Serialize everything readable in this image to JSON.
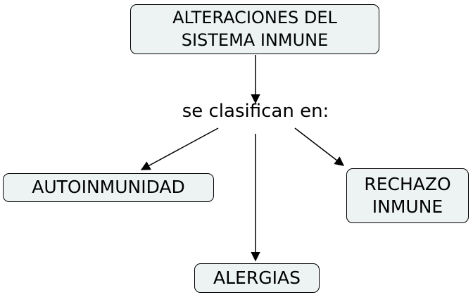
{
  "diagram": {
    "title_node": {
      "line1": "ALTERACIONES DEL",
      "line2": "SISTEMA INMUNE"
    },
    "connector_label": "se clasifican en:",
    "nodes": [
      {
        "id": "autoinmunidad",
        "label": "AUTOINMUNIDAD"
      },
      {
        "id": "alergias",
        "label": "ALERGIAS"
      },
      {
        "id": "rechazo-inmune",
        "line1": "RECHAZO",
        "line2": "INMUNE"
      }
    ],
    "colors": {
      "node_fill": "#edf3f3",
      "node_border": "#000000",
      "arrow": "#000000",
      "background": "#ffffff"
    }
  }
}
